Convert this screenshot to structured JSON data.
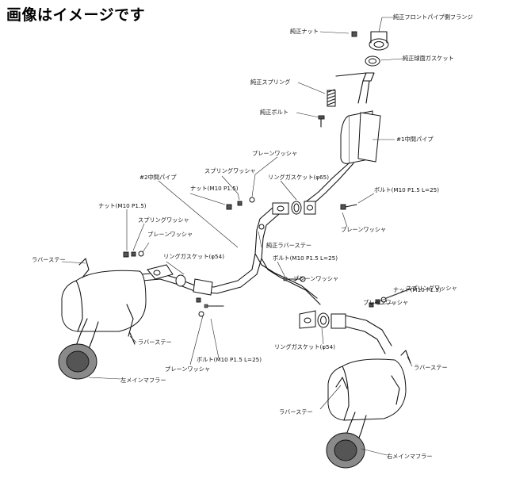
{
  "heading": "画像はイメージです",
  "labels": {
    "front_pipe_flange": "純正フロントパイプ側フランジ",
    "oem_nut": "純正ナット",
    "oem_spherical_gasket": "純正球面ガスケット",
    "oem_spring": "純正スプリング",
    "oem_bolt": "純正ボルト",
    "mid_pipe_1": "#1中間パイプ",
    "plain_washer_top": "プレーンワッシャ",
    "spring_washer_top": "スプリングワッシャ",
    "mid_pipe_2": "#2中間パイプ",
    "ring_gasket_65": "リングガスケット(φ65)",
    "nut_top": "ナット(M10 P1.5)",
    "bolt_right_top": "ボルト(M10 P1.5 L=25)",
    "plain_washer_right_top": "プレーンワッシャ",
    "nut_left": "ナット(M10 P1.5)",
    "spring_washer_left": "スプリングワッシャ",
    "plain_washer_left": "プレーンワッシャ",
    "ring_gasket_54_left": "リングガスケット(φ54)",
    "oem_rubber_stay": "純正ラバーステー",
    "bolt_center": "ボルト(M10 P1.5 L=25)",
    "plain_washer_center": "プレーンワッシャ",
    "spring_washer_right": "スプリングワッシャ",
    "plain_washer_right": "プレーンワッシャ",
    "nut_right": "ナット(M10 P1.5)",
    "rubber_stay_upper_left": "ラバーステー",
    "rubber_stay_left": "ラバーステー",
    "bolt_left_bottom": "ボルト(M10 P1.5 L=25)",
    "plain_washer_left_bottom": "プレーンワッシャ",
    "left_main_muffler": "左メインマフラー",
    "ring_gasket_54_right": "リングガスケット(φ54)",
    "rubber_stay_right": "ラバーステー",
    "rubber_stay_right_bottom": "ラバーステー",
    "right_main_muffler": "右メインマフラー"
  }
}
